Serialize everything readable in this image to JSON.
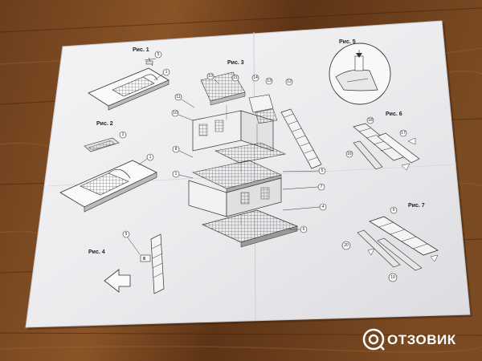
{
  "figures": [
    {
      "label": "Рис. 1",
      "callouts": [
        "5",
        "1"
      ]
    },
    {
      "label": "Рис. 2",
      "callouts": [
        "2",
        "1"
      ]
    },
    {
      "label": "Рис. 3",
      "callouts": [
        "10",
        "21",
        "14",
        "13",
        "12",
        "11",
        "10",
        "8",
        "1",
        "5",
        "7",
        "4",
        "6"
      ]
    },
    {
      "label": "Рис. 4",
      "callouts": [
        "9"
      ]
    },
    {
      "label": "Рис. 5",
      "callouts": []
    },
    {
      "label": "Рис. 6",
      "callouts": [
        "18",
        "17",
        "16"
      ]
    },
    {
      "label": "Рис. 7",
      "callouts": [
        "9",
        "20",
        "19"
      ]
    }
  ],
  "watermark": {
    "text": "ОТЗОВИК",
    "icon": "otzovik-logo-icon"
  }
}
